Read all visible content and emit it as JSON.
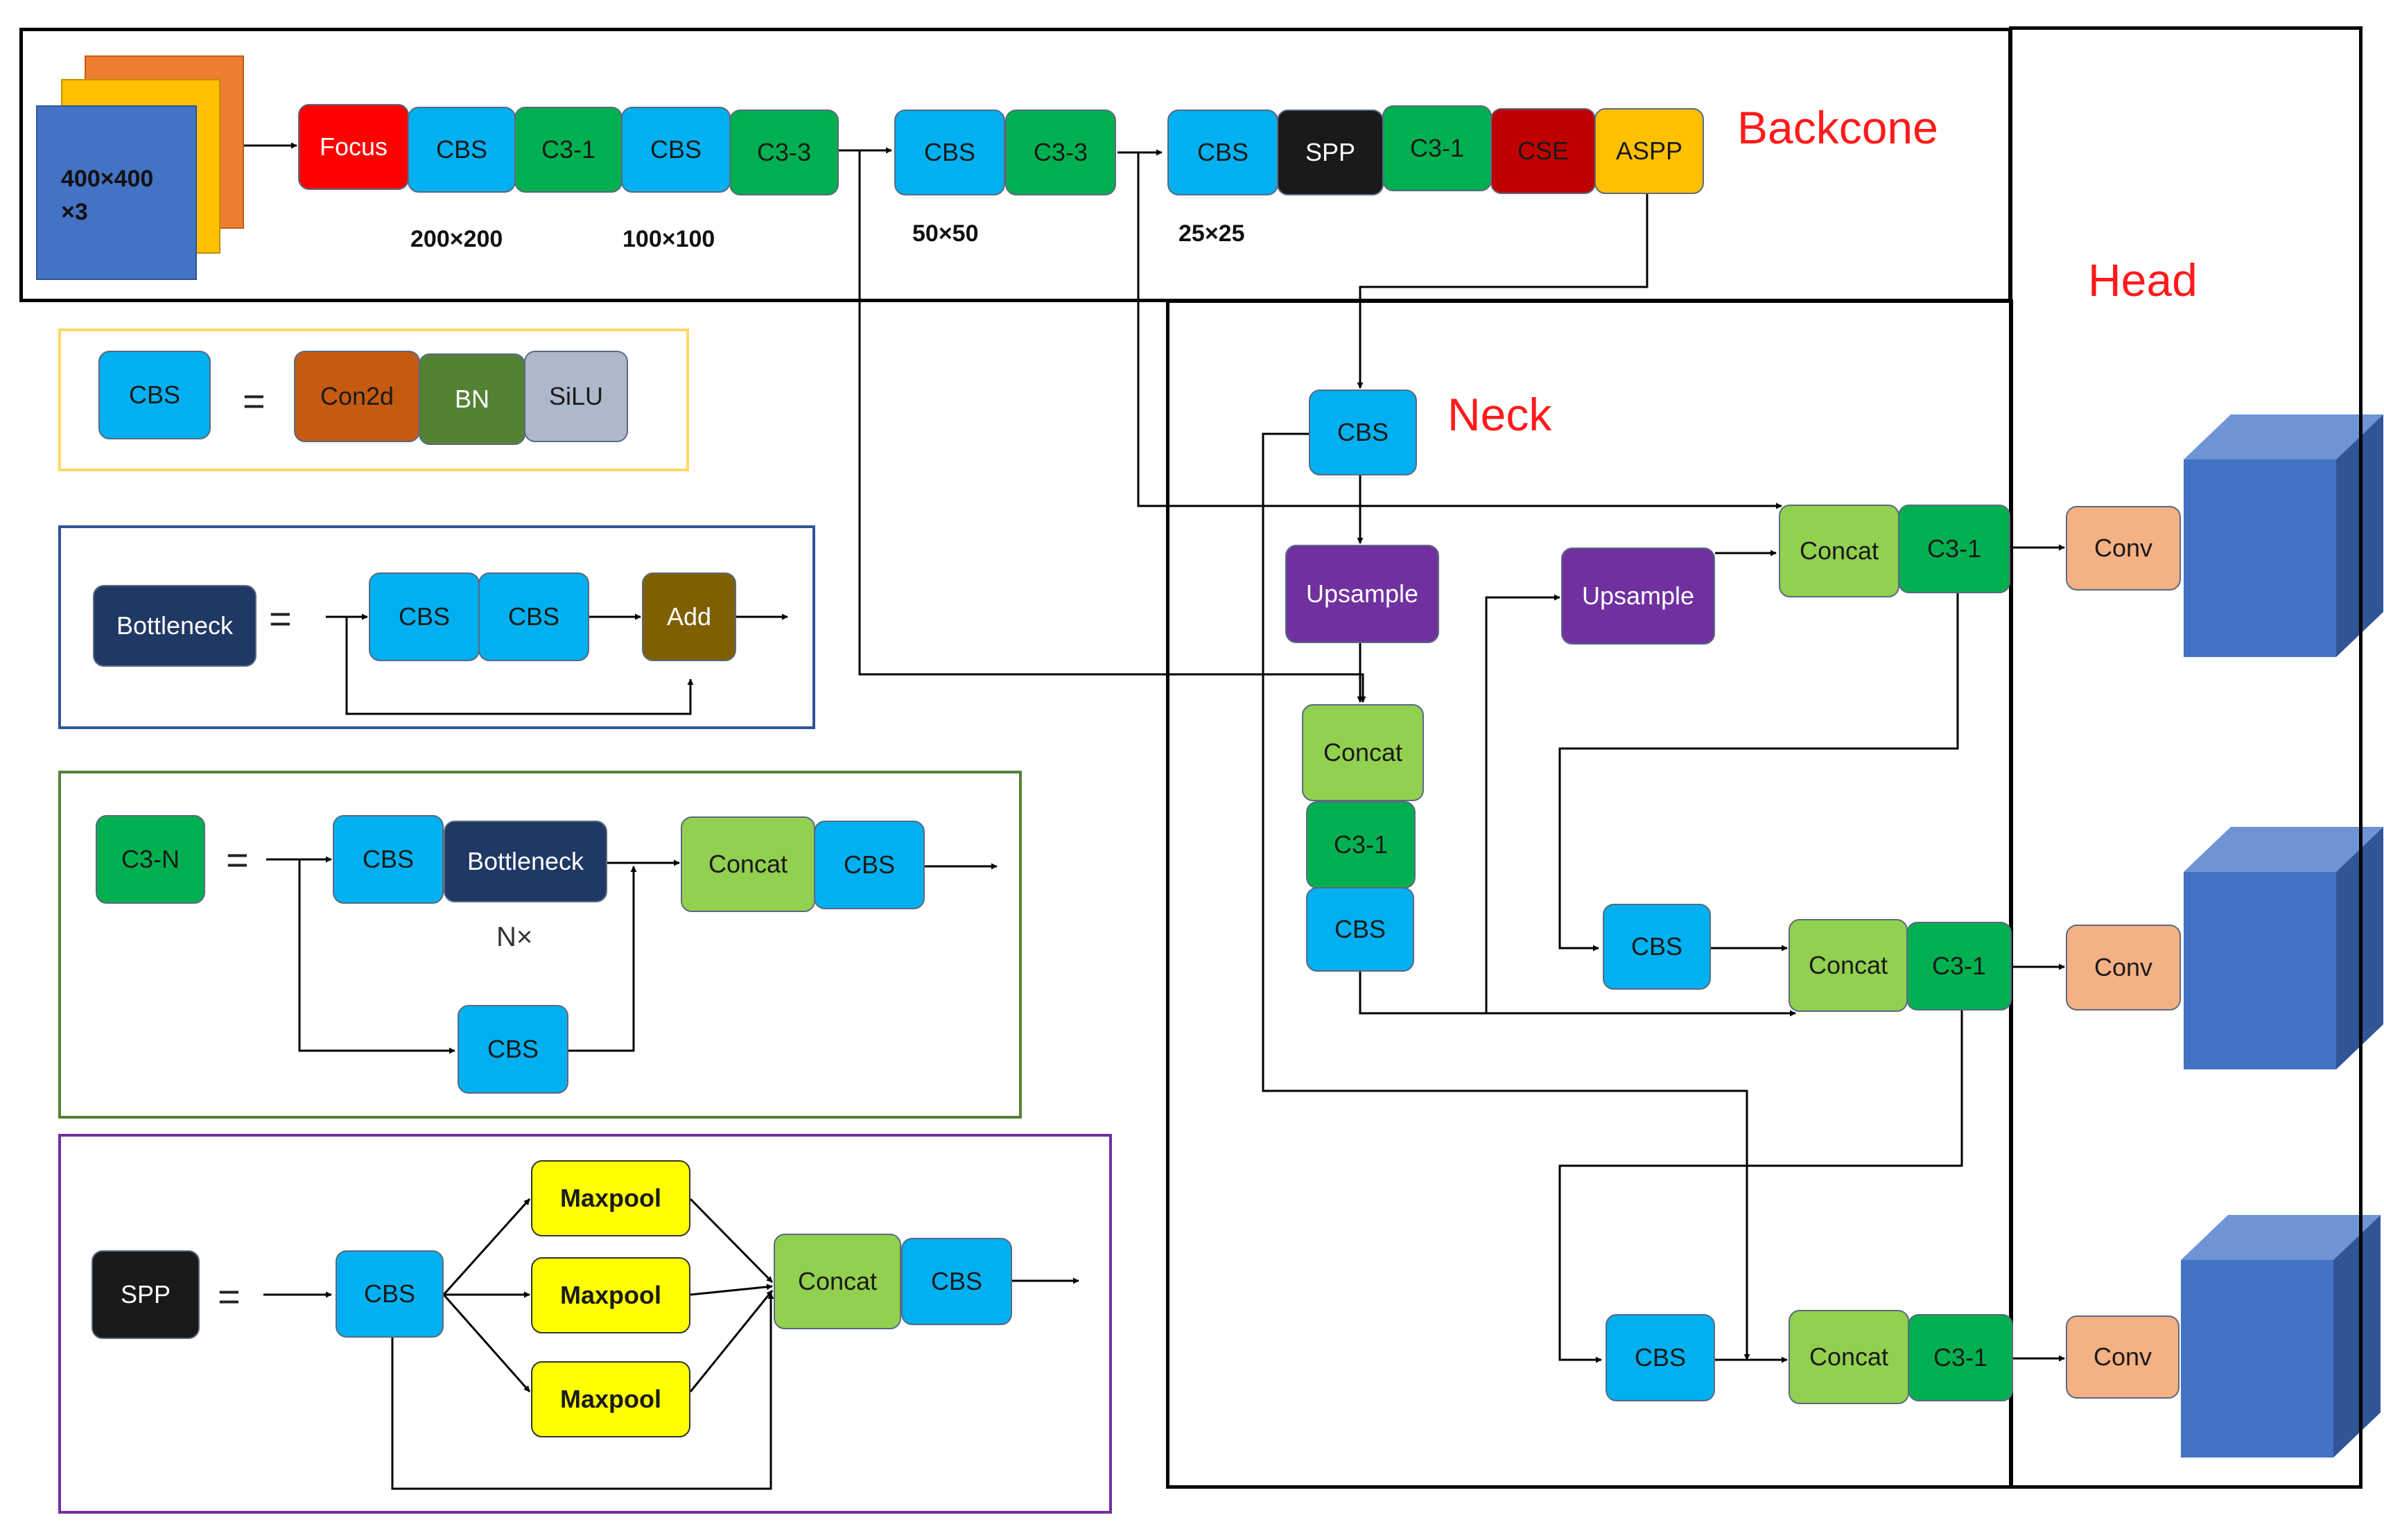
{
  "titles": {
    "backbone": "Backcone",
    "neck": "Neck",
    "head": "Head"
  },
  "input": {
    "size_line1": "400×400",
    "size_line2": "×3"
  },
  "dims": {
    "d200": "200×200",
    "d100": "100×100",
    "d50": "50×50",
    "d25": "25×25"
  },
  "backbone_blocks": [
    "Focus",
    "CBS",
    "C3-1",
    "CBS",
    "C3-3",
    "CBS",
    "C3-3",
    "CBS",
    "SPP",
    "C3-1",
    "CSE",
    "ASPP"
  ],
  "neck": {
    "cbs_top": "CBS",
    "upsample_1": "Upsample",
    "upsample_2": "Upsample",
    "concat_1": "Concat",
    "c3_1a": "C3-1",
    "cbs_mid": "CBS",
    "concat_top": "Concat",
    "c3_top": "C3-1",
    "cbs_r2": "CBS",
    "concat_r2": "Concat",
    "c3_r2": "C3-1",
    "cbs_r3": "CBS",
    "concat_r3": "Concat",
    "c3_r3": "C3-1"
  },
  "head": {
    "conv_1": "Conv",
    "conv_2": "Conv",
    "conv_3": "Conv"
  },
  "legend_cbs": {
    "lhs": "CBS",
    "eq": "=",
    "parts": [
      "Con2d",
      "BN",
      "SiLU"
    ]
  },
  "legend_bottleneck": {
    "lhs": "Bottleneck",
    "eq": "=",
    "cbs1": "CBS",
    "cbs2": "CBS",
    "add": "Add"
  },
  "legend_c3": {
    "lhs": "C3-N",
    "eq": "=",
    "cbs_a": "CBS",
    "bottleneck": "Bottleneck",
    "repeat": "N×",
    "cbs_b": "CBS",
    "concat": "Concat",
    "cbs_c": "CBS"
  },
  "legend_spp": {
    "lhs": "SPP",
    "eq": "=",
    "cbs": "CBS",
    "maxpools": [
      "Maxpool",
      "Maxpool",
      "Maxpool"
    ],
    "concat": "Concat",
    "cbs_out": "CBS"
  },
  "colors": {
    "cbs": "#00b0f0",
    "c3": "#00b050",
    "focus": "#ff0000",
    "spp": "#1a1a1a",
    "cse": "#c00000",
    "aspp": "#ffc000",
    "upsample": "#7030a0",
    "concat": "#92d050",
    "conv": "#f4b183",
    "cube": "#4472c4",
    "conv2d": "#c55a11",
    "bn": "#548235",
    "silu": "#adb9ca",
    "bottleneck": "#203864",
    "add": "#7f6000",
    "maxpool": "#ffff00"
  }
}
